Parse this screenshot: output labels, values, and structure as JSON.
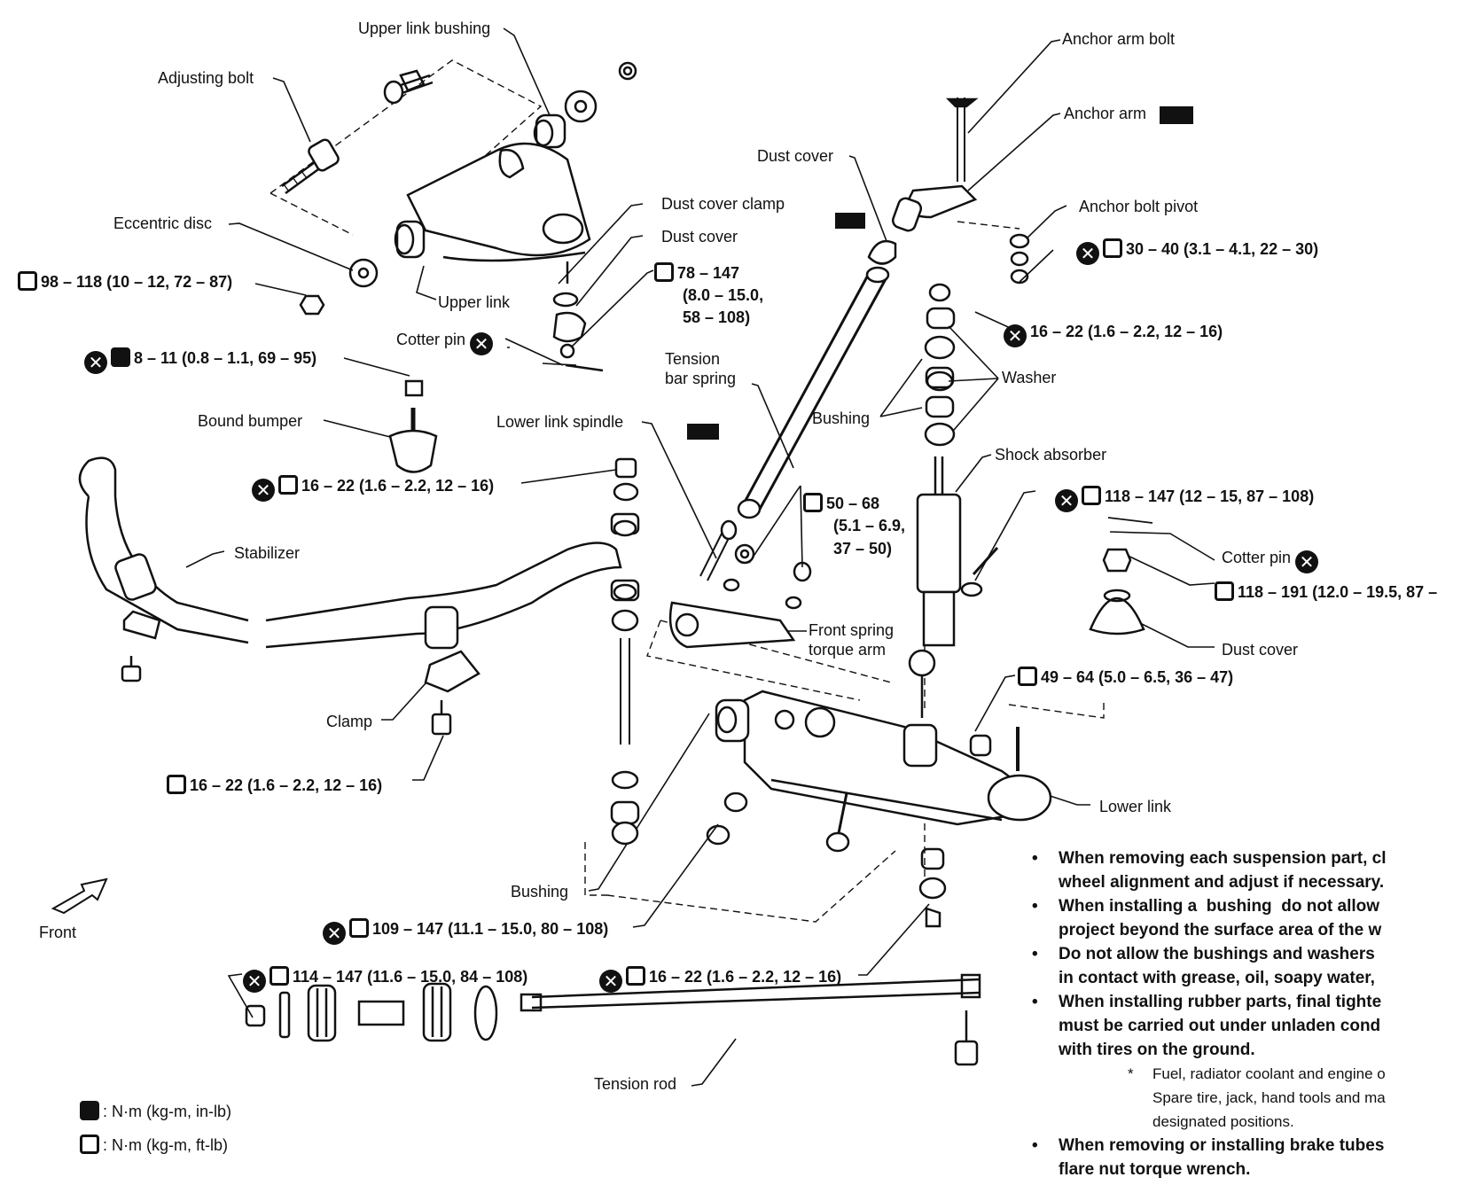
{
  "labels": {
    "upper_link_bushing": "Upper link bushing",
    "adjusting_bolt": "Adjusting bolt",
    "eccentric_disc": "Eccentric disc",
    "upper_link": "Upper link",
    "dust_cover_clamp": "Dust cover clamp",
    "dust_cover_upper": "Dust cover",
    "cotter_pin_upper": "Cotter pin",
    "bound_bumper": "Bound bumper",
    "lower_link_spindle": "Lower link spindle",
    "tension_bar_spring": "Tension\nbar spring",
    "dust_cover_mid": "Dust cover",
    "anchor_arm_bolt": "Anchor arm bolt",
    "anchor_arm": "Anchor arm",
    "anchor_bolt_pivot": "Anchor bolt pivot",
    "washer": "Washer",
    "bushing_right": "Bushing",
    "shock_absorber": "Shock absorber",
    "stabilizer": "Stabilizer",
    "front_spring_torque_arm": "Front spring\ntorque arm",
    "cotter_pin_right": "Cotter pin",
    "dust_cover_right": "Dust cover",
    "clamp": "Clamp",
    "lower_link": "Lower link",
    "bushing_lower": "Bushing",
    "front": "Front",
    "tension_rod": "Tension rod",
    "legend_1": ": N·m (kg-m, in-lb)",
    "legend_2": ": N·m (kg-m, ft-lb)"
  },
  "torques": {
    "t_98_118": "98 – 118 (10 – 12, 72 – 87)",
    "t_8_11": "8 – 11 (0.8 – 1.1, 69 – 95)",
    "t_78_147": "78 – 147",
    "t_78_147_b": "(8.0 – 15.0,",
    "t_78_147_c": "58 – 108)",
    "t_30_40": "30 – 40 (3.1 – 4.1, 22 – 30)",
    "t_16_22_a": "16 – 22 (1.6 – 2.2, 12 – 16)",
    "t_16_22_b": "16 – 22 (1.6 – 2.2, 12 – 16)",
    "t_50_68": "50 – 68",
    "t_50_68_b": "(5.1 – 6.9,",
    "t_50_68_c": "37 – 50)",
    "t_118_147": "118 – 147 (12 – 15, 87 – 108)",
    "t_118_191": "118 – 191 (12.0 – 19.5, 87 –",
    "t_49_64": "49 – 64 (5.0 – 6.5, 36 – 47)",
    "t_16_22_c": "16 – 22 (1.6 – 2.2, 12 – 16)",
    "t_109_147": "109 – 147 (11.1 – 15.0, 80 – 108)",
    "t_114_147": "114 – 147 (11.6 – 15.0, 84 – 108)",
    "t_16_22_d": "16 – 22 (1.6 – 2.2, 12 – 16)"
  },
  "notes": [
    "When removing each suspension part, cl\nwheel alignment and adjust if necessary.",
    "When installing a  bushing  do not allow\nproject beyond the surface area of the w",
    "Do not allow the bushings and washers\nin contact with grease, oil, soapy water,",
    "When installing rubber parts, final tighte\nmust be carried out under unladen cond\nwith tires on the ground."
  ],
  "subnote": "Fuel, radiator coolant and engine o\nSpare tire, jack, hand tools and ma\ndesignated positions.",
  "note_last": "When removing or installing brake tubes\nflare nut torque wrench."
}
